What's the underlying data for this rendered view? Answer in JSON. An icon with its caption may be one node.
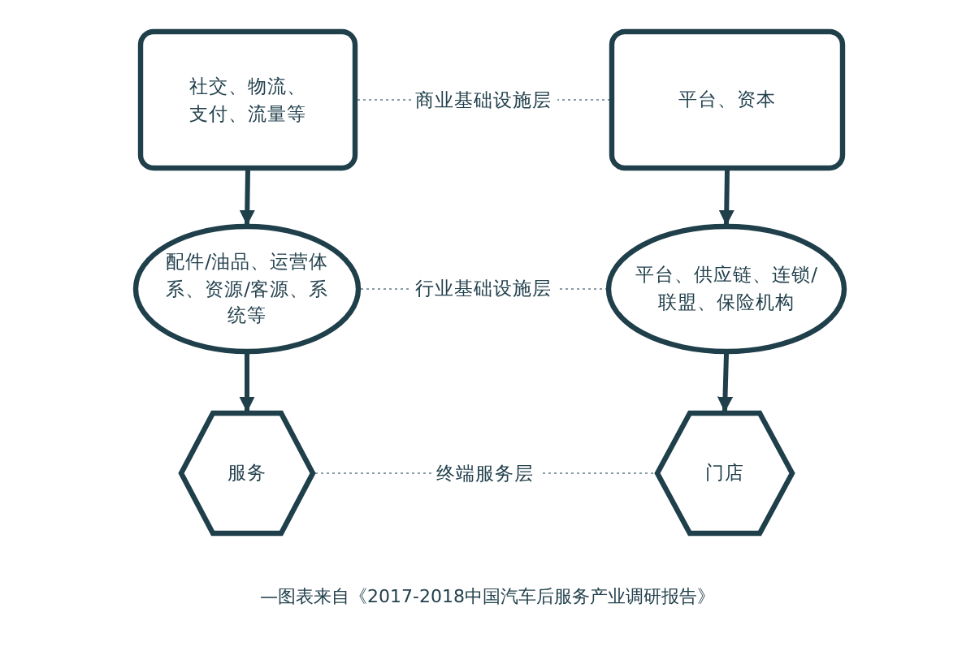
{
  "diagram": {
    "caption": "—图表来自《2017-2018中国汽车后服务产业调研报告》",
    "nodes": [
      {
        "text": [
          "社交、物流、支付、流量等"
        ]
      },
      {
        "text": [
          "平台、资本"
        ]
      },
      {
        "text": [
          "配件/油品、运营体系、资源/客源、系统等"
        ]
      },
      {
        "text": [
          "平台、供应链、连锁/联盟、保险机构"
        ]
      },
      {
        "text": [
          "服务"
        ]
      },
      {
        "text": [
          "门店"
        ]
      }
    ],
    "edges": [
      {
        "from": 0,
        "to": 2,
        "arrow": "to"
      },
      {
        "from": 1,
        "to": 3,
        "arrow": "to"
      },
      {
        "from": 2,
        "to": 4,
        "arrow": "to"
      },
      {
        "from": 3,
        "to": 5,
        "arrow": "to"
      },
      {
        "from": 0,
        "to": 1,
        "arrow": "none",
        "style": "dashed",
        "color": "#8a9ca3",
        "label": "商业基础设施层"
      },
      {
        "from": 2,
        "to": 3,
        "arrow": "none",
        "style": "dashed",
        "color": "#8a9ca3",
        "label": "行业基础设施层"
      },
      {
        "from": 4,
        "to": 5,
        "arrow": "none",
        "style": "dashed",
        "color": "#8a9ca3",
        "label": "终端服务层"
      }
    ]
  }
}
